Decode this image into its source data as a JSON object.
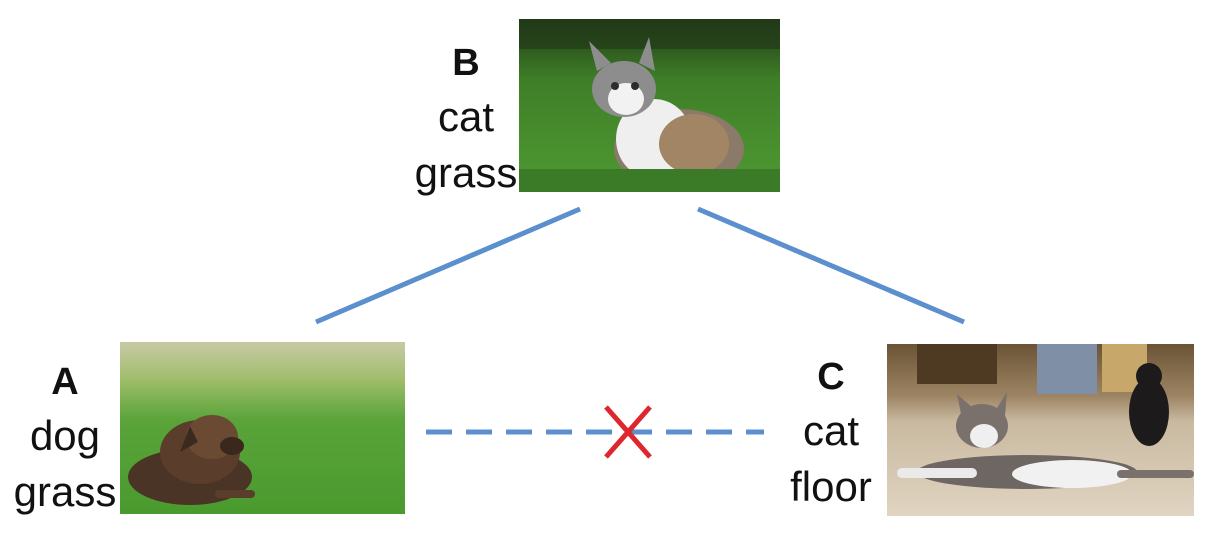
{
  "nodes": {
    "a": {
      "letter": "A",
      "words": [
        "dog",
        "grass"
      ]
    },
    "b": {
      "letter": "B",
      "words": [
        "cat",
        "grass"
      ]
    },
    "c": {
      "letter": "C",
      "words": [
        "cat",
        "floor"
      ]
    }
  },
  "colors": {
    "link": "#5b8fcd",
    "cross": "#e0262d",
    "grass": "#4f9a32",
    "floor": "#d9cdb8"
  },
  "icons": {
    "broken_link": "x-mark-icon"
  }
}
